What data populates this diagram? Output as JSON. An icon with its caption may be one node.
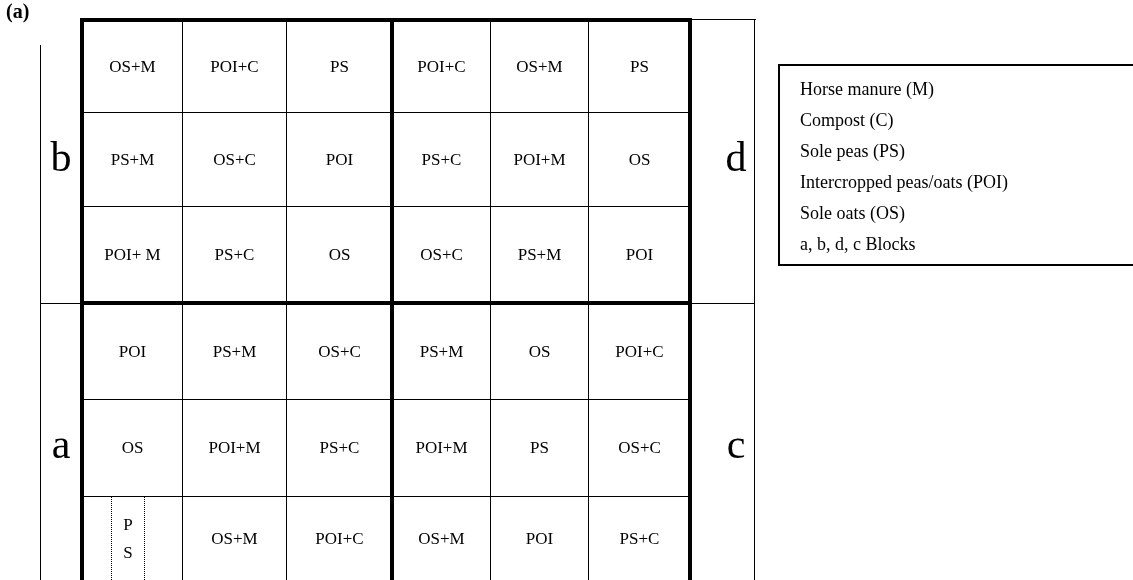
{
  "diagram": {
    "nodes": [
      {
        "text": [
          "Horse manure (M)",
          "Compost (C)",
          "Sole peas (PS)",
          "Intercropped peas/oats (POI)",
          "Sole oats (OS)",
          "a, b, d, c Blocks"
        ]
      }
    ],
    "labels": [
      "(a)",
      "OS+M",
      "POI+C",
      "PS",
      "POI+C",
      "OS+M",
      "PS",
      "b",
      "PS+M",
      "OS+C",
      "POI",
      "PS+C",
      "POI+M",
      "OS",
      "d",
      "POI+ M",
      "PS+C",
      "OS",
      "OS+C",
      "PS+M",
      "POI",
      "POI",
      "PS+M",
      "OS+C",
      "PS+M",
      "OS",
      "POI+C",
      "a",
      "OS",
      "POI+M",
      "PS+C",
      "POI+M",
      "PS",
      "OS+C",
      "c",
      "PS",
      "OS+M",
      "POI+C",
      "OS+M",
      "POI",
      "PS+C"
    ]
  }
}
